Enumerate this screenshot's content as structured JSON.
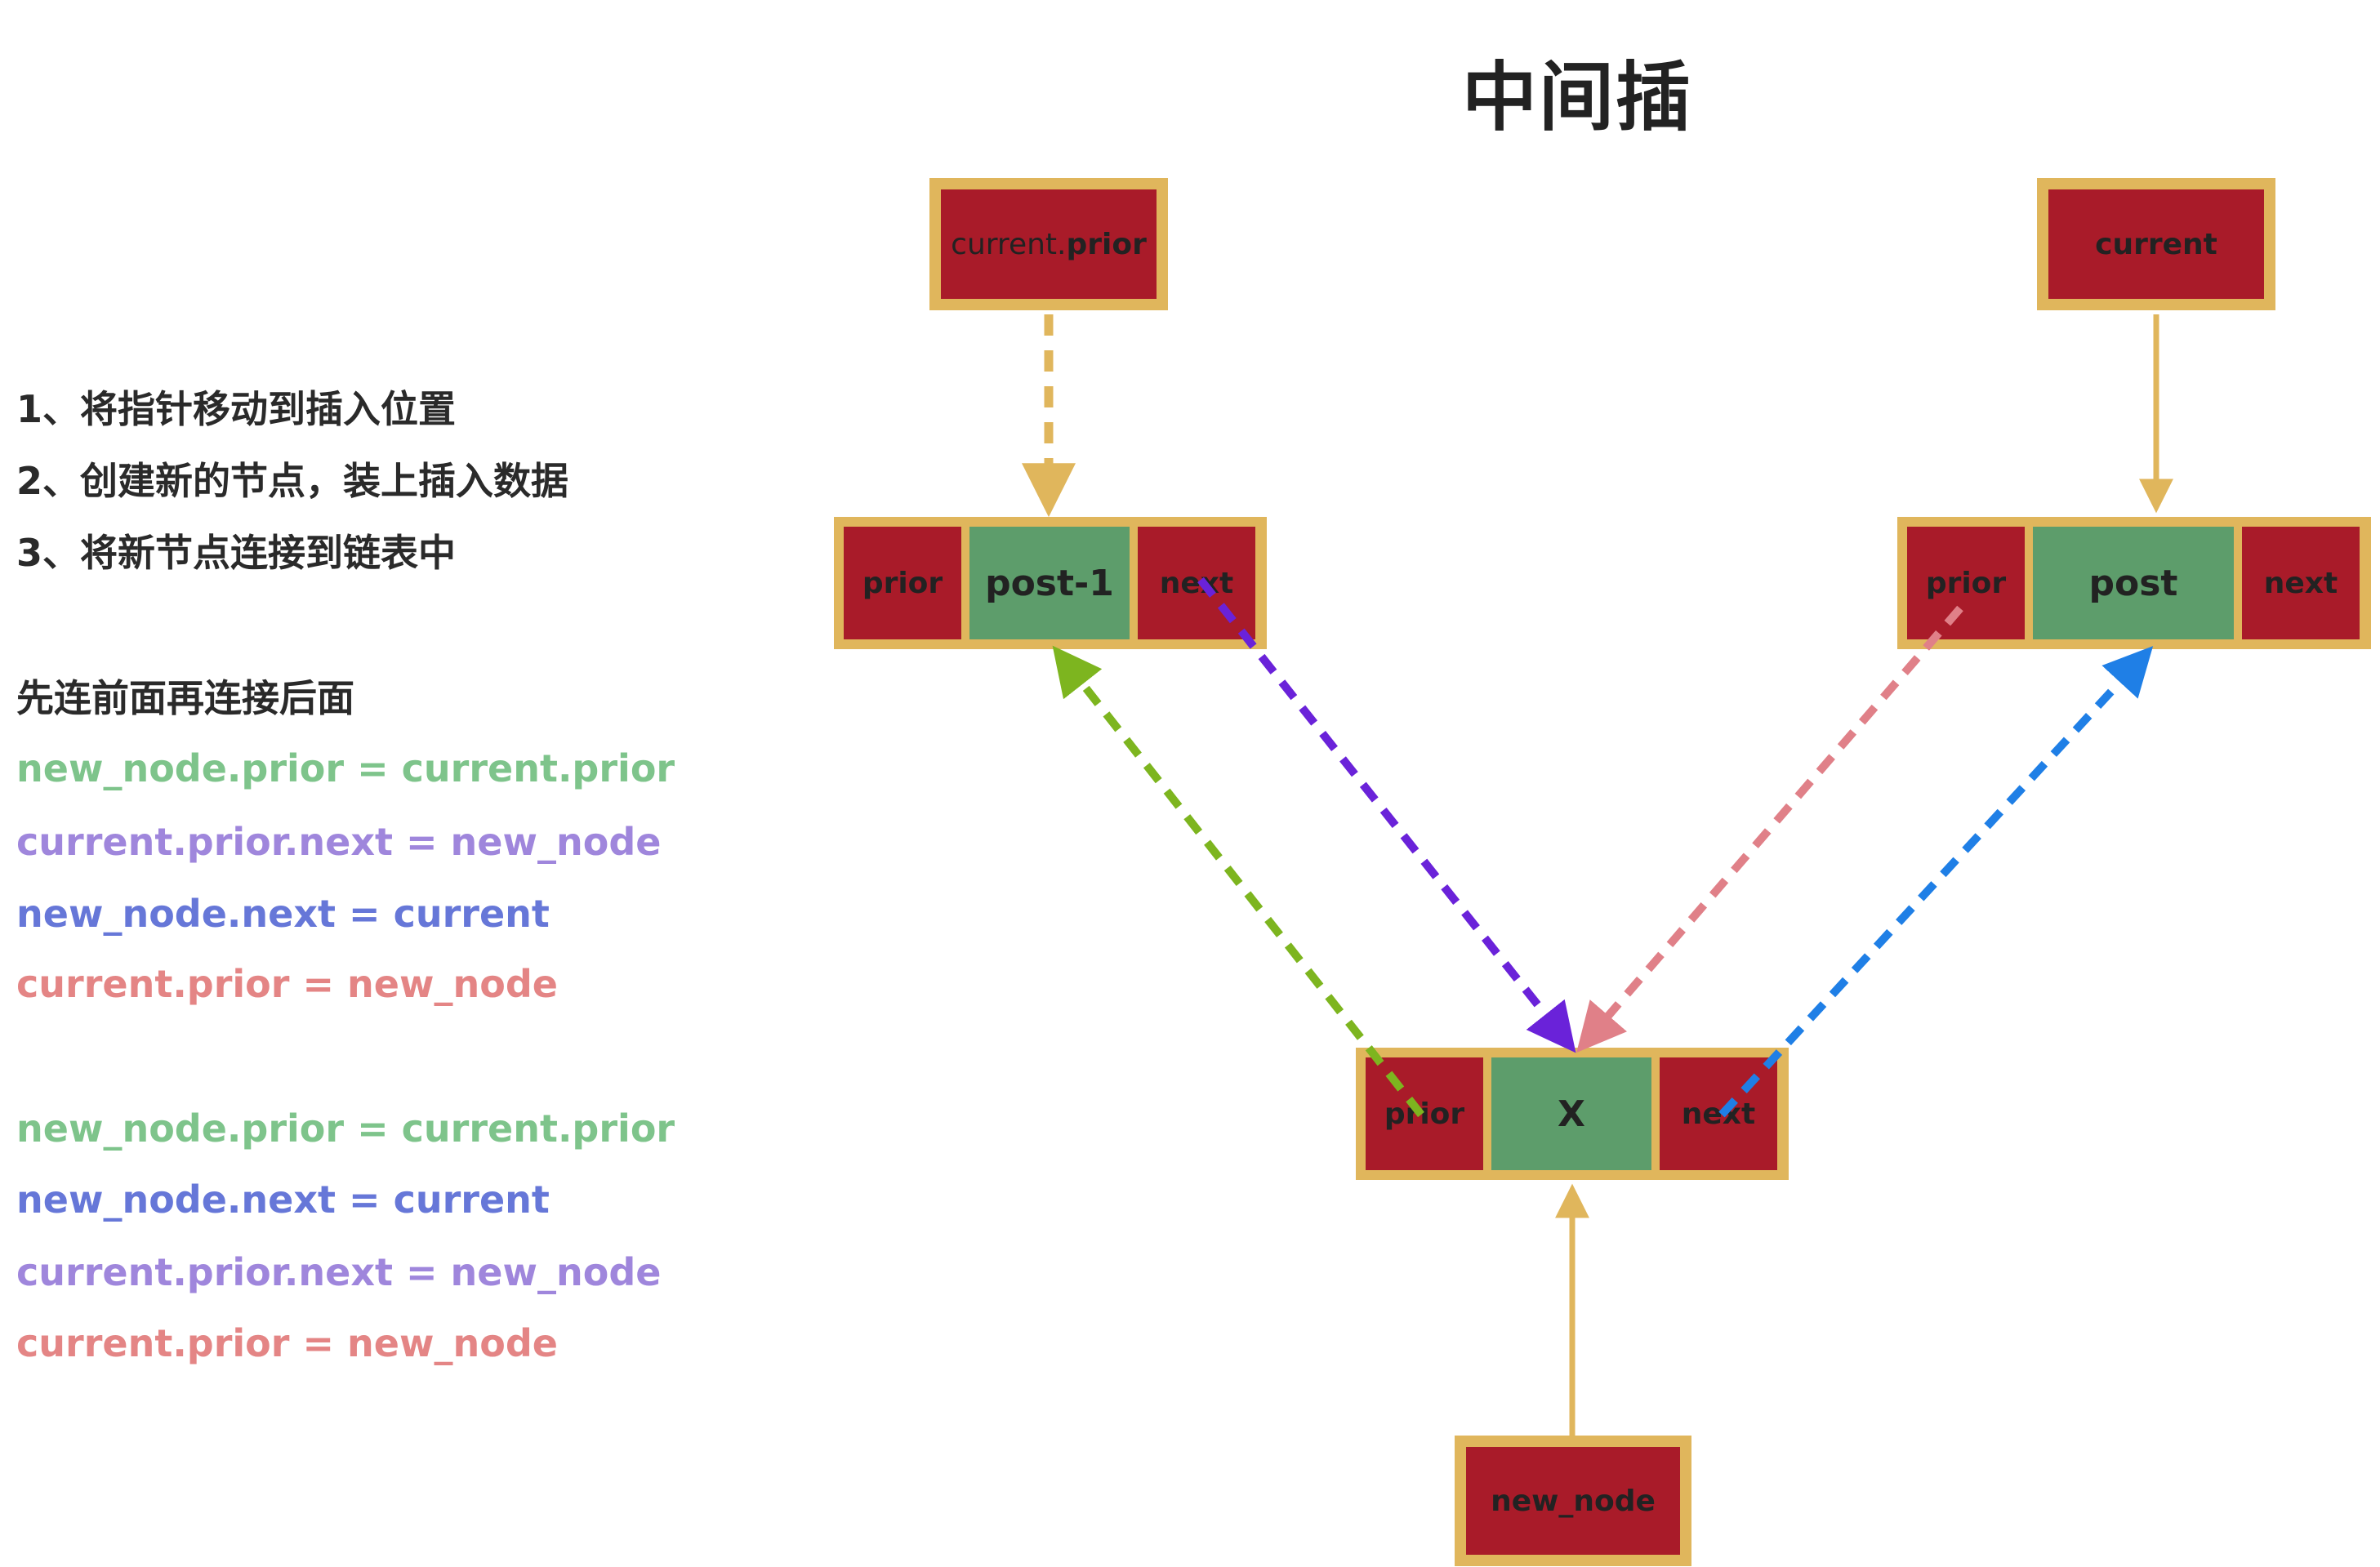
{
  "title": "中间插",
  "steps": [
    "1、将指针移动到插入位置",
    "2、创建新的节点，装上插入数据",
    "3、将新节点连接到链表中"
  ],
  "order_note": "先连前面再连接后面",
  "code_block_1": [
    {
      "text": "new_node.prior = current.prior",
      "color": "#7ec48b"
    },
    {
      "text": "current.prior.next = new_node",
      "color": "#9f86dc"
    },
    {
      "text": "new_node.next = current",
      "color": "#6677d8"
    },
    {
      "text": "current.prior = new_node",
      "color": "#e48585"
    }
  ],
  "code_block_2": [
    {
      "text": "new_node.prior = current.prior",
      "color": "#7ec48b"
    },
    {
      "text": "new_node.next = current",
      "color": "#6677d8"
    },
    {
      "text": "current.prior.next = new_node",
      "color": "#9f86dc"
    },
    {
      "text": "current.prior = new_node",
      "color": "#e48585"
    }
  ],
  "pointers": {
    "current_prior": {
      "plain": "current.",
      "bold": "prior"
    },
    "current": "current",
    "new_node": "new_node"
  },
  "nodes": {
    "left": {
      "prior": "prior",
      "data": "post-1",
      "next": "next"
    },
    "right": {
      "prior": "prior",
      "data": "post",
      "next": "next"
    },
    "middle": {
      "prior": "prior",
      "data": "X",
      "next": "next"
    }
  },
  "colors": {
    "node_border": "#e0b65c",
    "pointer_red": "#a91b29",
    "data_green": "#5d9d6b",
    "arrow_green": "#7db51f",
    "arrow_purple": "#6a22d9",
    "arrow_pink": "#e08088",
    "arrow_blue": "#1f7fe6"
  }
}
